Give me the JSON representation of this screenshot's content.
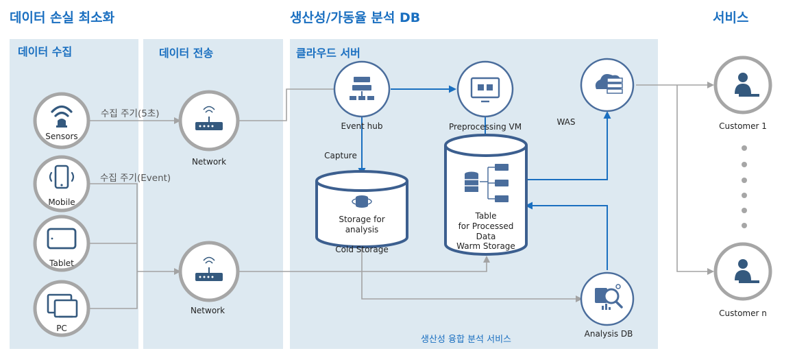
{
  "headers": {
    "left": "데이터 손실 최소화",
    "center": "생산성/가동율 분석 DB",
    "right": "서비스"
  },
  "panels": {
    "collect": "데이터 수집",
    "transfer": "데이터 전송",
    "cloud": "클라우드 서버",
    "fusion": "생산성 융합 분석 서비스"
  },
  "devices": {
    "sensors": "Sensors",
    "mobile": "Mobile",
    "tablet": "Tablet",
    "pc": "PC"
  },
  "network": {
    "top": "Network",
    "bottom": "Network"
  },
  "cycles": {
    "five_sec": "수집 주기(5초)",
    "event": "수집 주기(Event)"
  },
  "cloud_nodes": {
    "event_hub": "Event hub",
    "preprocessing": "Preprocessing VM",
    "capture": "Capture",
    "was": "WAS",
    "storage_line1": "Storage for",
    "storage_line2": "analysis",
    "cold_storage": "Cold Storage",
    "table_line1": "Table",
    "table_line2": "for Processed",
    "table_line3": "Data",
    "warm_storage": "Warm Storage",
    "analysis_db": "Analysis DB"
  },
  "customers": {
    "first": "Customer 1",
    "last": "Customer n"
  },
  "colors": {
    "accent": "#1a6fc0",
    "arrow_blue": "#1a6fc0",
    "node_icon": "#4a6d9c",
    "panel_bg": "#dde9f1",
    "line_gray": "#a3a3a3"
  }
}
